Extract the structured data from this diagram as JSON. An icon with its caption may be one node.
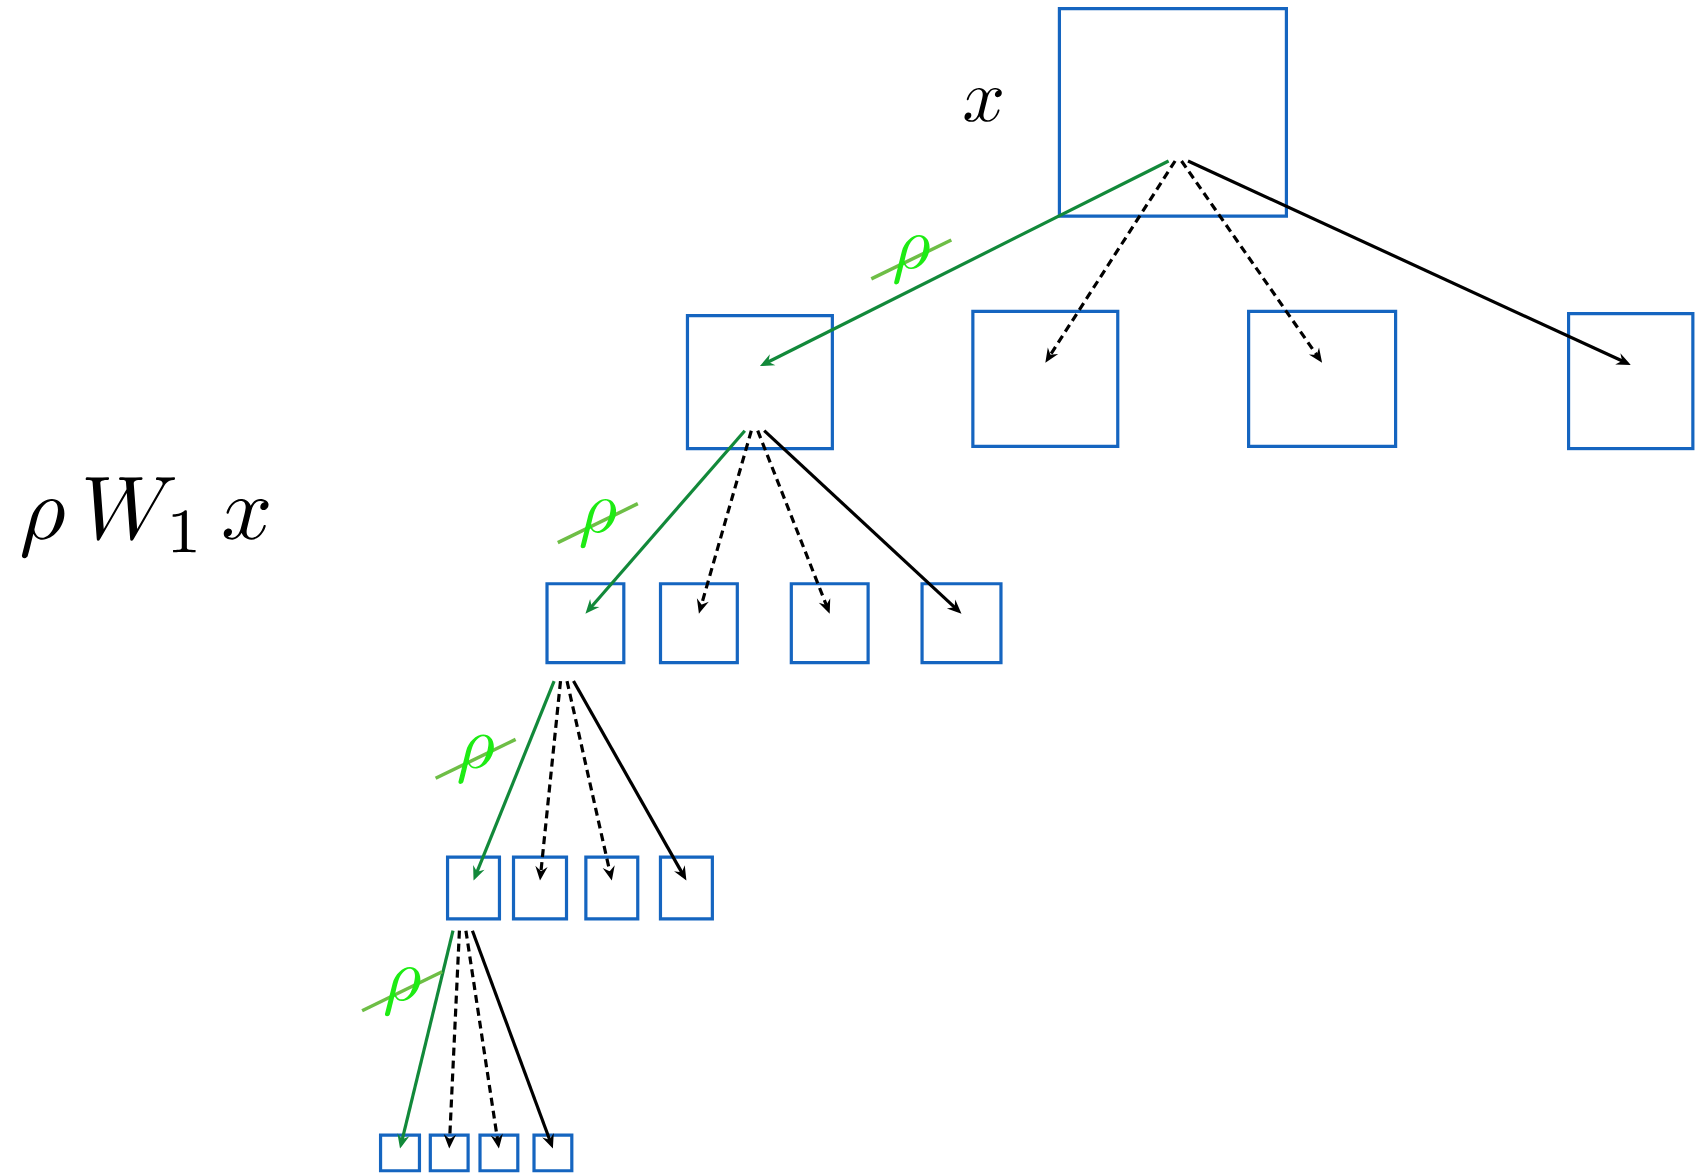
{
  "diagram": {
    "nodes": [
      {
        "text": [],
        "shape": "box"
      },
      {
        "text": [],
        "shape": "box"
      },
      {
        "text": [],
        "shape": "box"
      },
      {
        "text": [],
        "shape": "box"
      },
      {
        "text": [],
        "shape": "box"
      },
      {
        "text": [],
        "shape": "box"
      },
      {
        "text": [],
        "shape": "box"
      },
      {
        "text": [],
        "shape": "box"
      },
      {
        "text": [],
        "shape": "box"
      },
      {
        "text": [],
        "shape": "box"
      },
      {
        "text": [],
        "shape": "box"
      },
      {
        "text": [],
        "shape": "box"
      },
      {
        "text": [],
        "shape": "box"
      },
      {
        "text": [],
        "shape": "box"
      },
      {
        "text": [],
        "shape": "box"
      },
      {
        "text": [],
        "shape": "box"
      },
      {
        "text": [],
        "shape": "box"
      }
    ],
    "edges": [
      {
        "from": 0,
        "to": 1,
        "arrow": "to",
        "color": "#12893a",
        "label": "\\rho"
      },
      {
        "from": 0,
        "to": 2,
        "arrow": "to",
        "style": "dashed"
      },
      {
        "from": 0,
        "to": 3,
        "arrow": "to",
        "style": "dashed"
      },
      {
        "from": 0,
        "to": 4,
        "arrow": "to"
      },
      {
        "from": 1,
        "to": 5,
        "arrow": "to",
        "color": "#12893a",
        "label": "\\rho"
      },
      {
        "from": 1,
        "to": 6,
        "arrow": "to",
        "style": "dashed"
      },
      {
        "from": 1,
        "to": 7,
        "arrow": "to",
        "style": "dashed"
      },
      {
        "from": 1,
        "to": 8,
        "arrow": "to"
      },
      {
        "from": 5,
        "to": 9,
        "arrow": "to",
        "color": "#12893a",
        "label": "\\rho"
      },
      {
        "from": 5,
        "to": 10,
        "arrow": "to",
        "style": "dashed"
      },
      {
        "from": 5,
        "to": 11,
        "arrow": "to",
        "style": "dashed"
      },
      {
        "from": 5,
        "to": 12,
        "arrow": "to"
      },
      {
        "from": 9,
        "to": 13,
        "arrow": "to",
        "color": "#12893a",
        "label": "\\rho"
      },
      {
        "from": 9,
        "to": 14,
        "arrow": "to",
        "style": "dashed"
      },
      {
        "from": 9,
        "to": 15,
        "arrow": "to",
        "style": "dashed"
      },
      {
        "from": 9,
        "to": 16,
        "arrow": "to"
      }
    ],
    "labels": [
      "x",
      "\\rho\\,W_1\\,x"
    ]
  }
}
